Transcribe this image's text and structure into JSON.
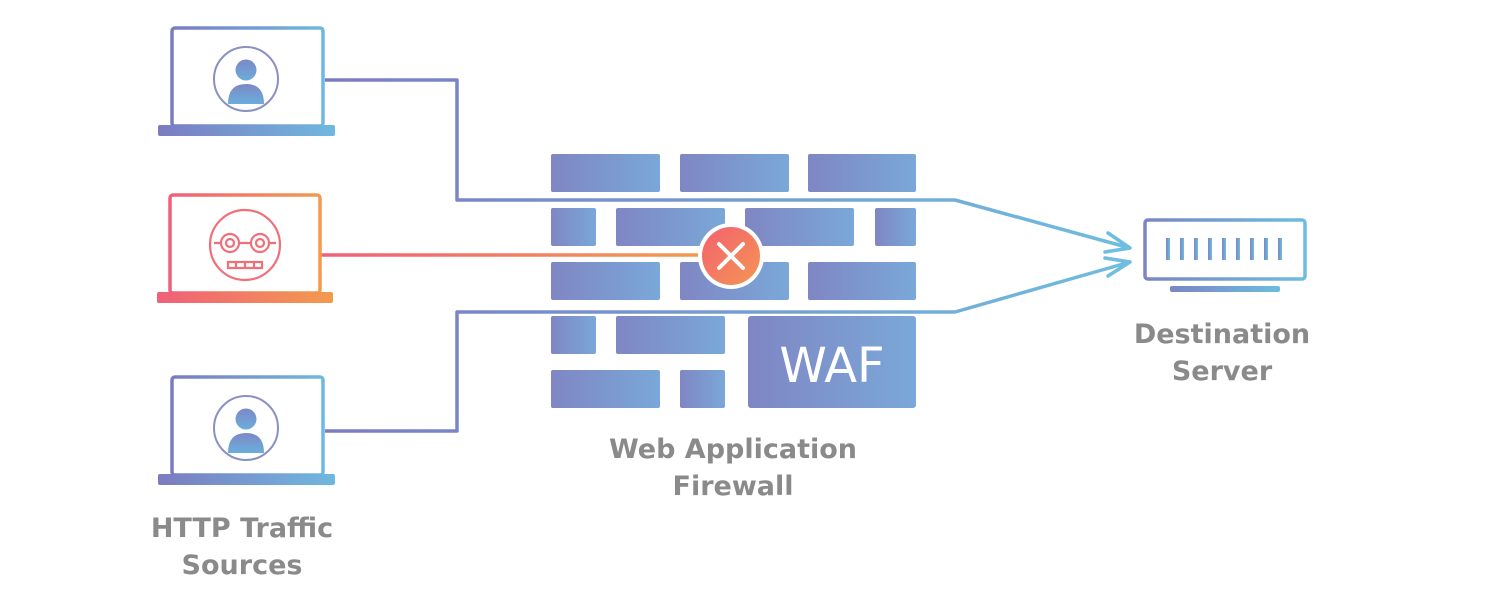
{
  "title": "",
  "nodes": {
    "sources": {
      "label_lines": [
        "HTTP Traffic",
        "Sources"
      ],
      "clients": [
        {
          "type": "user",
          "icon": "user-icon",
          "status": "allowed"
        },
        {
          "type": "bot",
          "icon": "bot-icon",
          "status": "blocked"
        },
        {
          "type": "user",
          "icon": "user-icon",
          "status": "allowed"
        }
      ]
    },
    "firewall": {
      "badge": "WAF",
      "label_lines": [
        "Web Application",
        "Firewall"
      ],
      "block_icon": "x-icon"
    },
    "server": {
      "label_lines": [
        "Destination",
        "Server"
      ],
      "icon": "server-icon"
    }
  },
  "edges": [
    {
      "from": "user client 1",
      "to": "Destination Server",
      "status": "allowed"
    },
    {
      "from": "bot client",
      "to": "Web Application Firewall",
      "status": "blocked"
    },
    {
      "from": "user client 2",
      "to": "Destination Server",
      "status": "allowed"
    }
  ],
  "colors": {
    "user_gradient": [
      "#7b7cc0",
      "#6fb8df"
    ],
    "bot_gradient": [
      "#f0607a",
      "#f39a4e"
    ],
    "wall_gradient": [
      "#7f86c4",
      "#7aa8d8"
    ],
    "block_gradient": [
      "#f2616f",
      "#f59553"
    ],
    "label": "#8a8a8a"
  }
}
